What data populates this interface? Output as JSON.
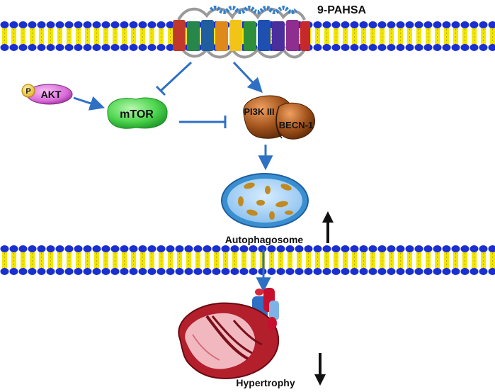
{
  "labels": {
    "ligand": "9-PAHSA",
    "phospho": "P",
    "akt": "AKT",
    "mtor": "mTOR",
    "pi3k": "PI3K III",
    "becn": "BECN-1",
    "autophagosome": "Autophagosome",
    "hypertrophy": "Hypertrophy"
  },
  "colors": {
    "membrane_head": "#1a2fd0",
    "membrane_tail": "#f2e600",
    "arrow": "#2f6fc4",
    "receptor_helices": [
      "#c0392b",
      "#27864a",
      "#1f5fa0",
      "#e0891b",
      "#f2c418",
      "#2d8f3a",
      "#4a2f9c",
      "#8e2e8e",
      "#c7282c"
    ],
    "mtor": "#4fd64f",
    "akt": "#d96ad9",
    "pi3k": "#a0521b",
    "autophagosome": "#3a8fd0"
  },
  "icons": {
    "up_arrow": "up-arrow-icon",
    "down_arrow": "down-arrow-icon",
    "heart": "heart-icon"
  }
}
